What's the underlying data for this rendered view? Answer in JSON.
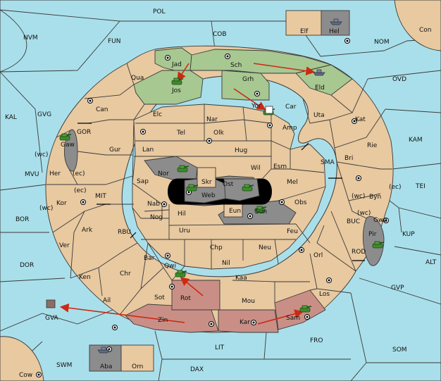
{
  "labels": {
    "POL": "POL",
    "NVM": "NVM",
    "FUN": "FUN",
    "COB": "COB",
    "NOM": "NOM",
    "Con": "Con",
    "Elf": "Elf",
    "Hel": "Hel",
    "OVD": "OVD",
    "KAL": "KAL",
    "GVG": "GVG",
    "KAM": "KAM",
    "MVU": "MVU",
    "TEI": "TEI",
    "BOR": "BOR",
    "KUP": "KUP",
    "ALT": "ALT",
    "DOR": "DOR",
    "GVP": "GVP",
    "GVA": "GVA",
    "FRO": "FRO",
    "SOM": "SOM",
    "LIT": "LIT",
    "SWM": "SWM",
    "DAX": "DAX",
    "Cow": "Cow",
    "Aba": "Aba",
    "Orn": "Orn",
    "Jad": "Jad",
    "Sch": "Sch",
    "Qua": "Qua",
    "Jos": "Jos",
    "Grh": "Grh",
    "Eld": "Eld",
    "Can": "Can",
    "Elc": "Elc",
    "Nar": "Nar",
    "Yor": "Yor",
    "Car": "Car",
    "Uta": "Uta",
    "Kat": "Kat",
    "Tel": "Tel",
    "Olk": "Olk",
    "Amp": "Amp",
    "Rie": "Rie",
    "Gur": "Gur",
    "Lan": "Lan",
    "Hug": "Hug",
    "Bri": "Bri",
    "Gaw": "Gaw",
    "GOR": "GOR",
    "SMA": "SMA",
    "Wil": "Wil",
    "Esm": "Esm",
    "Nor": "Nor",
    "Skr": "Skr",
    "Ost": "Ost",
    "Mel": "Mel",
    "Her": "Her",
    "ec1": "(ec)",
    "ec2": "(ec)",
    "ec3": "(ec)",
    "wc1": "(wc)",
    "wc2": "(wc)",
    "wc3": "(wc)",
    "wc4": "(wc)",
    "Sap": "Sap",
    "Web": "Web",
    "Byn": "Byn",
    "MIT": "MIT",
    "Kor": "Kor",
    "Nab": "Nab",
    "Obs": "Obs",
    "Eun": "Eun",
    "Sun": "Sun",
    "Hil": "Hil",
    "Gwa": "Gwa",
    "Nog": "Nog",
    "Ark": "Ark",
    "RBU": "RBU",
    "Uru": "Uru",
    "Feu": "Feu",
    "BUC": "BUC",
    "Pir": "Pir",
    "Ver": "Ver",
    "Chp": "Chp",
    "Neu": "Neu",
    "Orl": "Orl",
    "ROD": "ROD",
    "Bar": "Bar",
    "Nil": "Nil",
    "Qwi": "Qwi",
    "Ken": "Ken",
    "Chr": "Chr",
    "Kaa": "Kaa",
    "Ail": "Ail",
    "Sot": "Sot",
    "Rot": "Rot",
    "Mou": "Mou",
    "Los": "Los",
    "Zin": "Zin",
    "Kar": "Kar",
    "Sam": "Sam"
  },
  "colors": {
    "sea": "#a9dfea",
    "land": "#e8c9a0",
    "green": "#a7c891",
    "rose": "#c98f86",
    "gray": "#8c8c8c",
    "move_arrow": "#cc2a14"
  },
  "units": {
    "tank_icon": "tank-icon",
    "fleet_icon": "ship-icon"
  }
}
